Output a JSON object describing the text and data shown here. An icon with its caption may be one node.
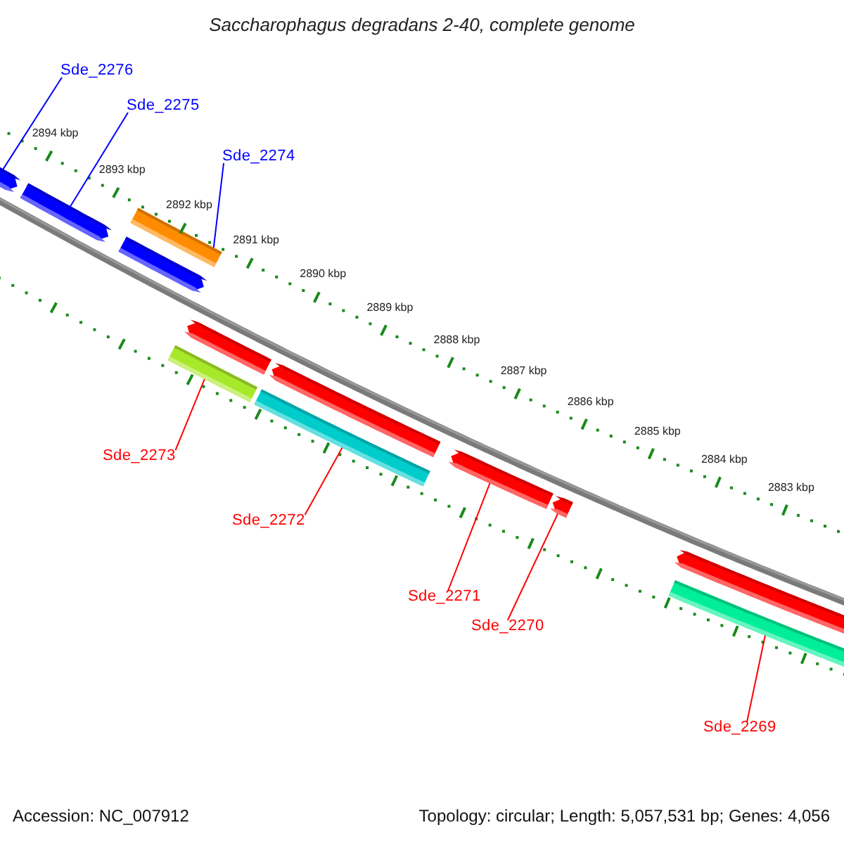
{
  "diagram": {
    "title": "Saccharophagus degradans 2-40, complete genome",
    "nodes": [
      {
        "text": [
          "Sde_2276"
        ]
      },
      {
        "text": [
          "Sde_2275"
        ]
      },
      {
        "text": [
          "Sde_2274"
        ]
      },
      {
        "text": [],
        "shape": "arrow"
      },
      {
        "text": [],
        "shape": "arrow"
      },
      {
        "text": [],
        "shape": "bar"
      },
      {
        "text": [],
        "shape": "arrow"
      },
      {
        "text": [],
        "shape": "arrow"
      },
      {
        "text": [],
        "shape": "bar"
      },
      {
        "text": [],
        "shape": "arrow"
      },
      {
        "text": [],
        "shape": "bar"
      },
      {
        "text": [],
        "shape": "arrow"
      },
      {
        "text": [],
        "shape": "arrow"
      },
      {
        "text": [],
        "shape": "arrow"
      },
      {
        "text": [],
        "shape": "bar"
      },
      {
        "text": [
          "Sde_2273"
        ]
      },
      {
        "text": [
          "Sde_2272"
        ]
      },
      {
        "text": [
          "Sde_2271"
        ]
      },
      {
        "text": [
          "Sde_2270"
        ]
      },
      {
        "text": [
          "Sde_2269"
        ]
      }
    ],
    "edges": [
      {
        "from": 0,
        "to": 3,
        "arrow": "none",
        "color": "#0000ff"
      },
      {
        "from": 1,
        "to": 4,
        "arrow": "none",
        "color": "#0000ff"
      },
      {
        "from": 2,
        "to": 5,
        "arrow": "none",
        "color": "#0000ff"
      },
      {
        "from": 15,
        "to": 8,
        "arrow": "none"
      },
      {
        "from": 16,
        "to": 10,
        "arrow": "none"
      },
      {
        "from": 17,
        "to": 11,
        "arrow": "none"
      },
      {
        "from": 18,
        "to": 12,
        "arrow": "none"
      },
      {
        "from": 19,
        "to": 14,
        "arrow": "none"
      }
    ],
    "labels": [
      "2894 kbp",
      "2893 kbp",
      "2892 kbp",
      "2891 kbp",
      "2890 kbp",
      "2889 kbp",
      "2888 kbp",
      "2887 kbp",
      "2886 kbp",
      "2885 kbp",
      "2884 kbp",
      "2883 kbp",
      "Accession: NC_007912",
      "Topology: circular; Length: 5,057,531 bp; Genes: 4,056"
    ]
  }
}
